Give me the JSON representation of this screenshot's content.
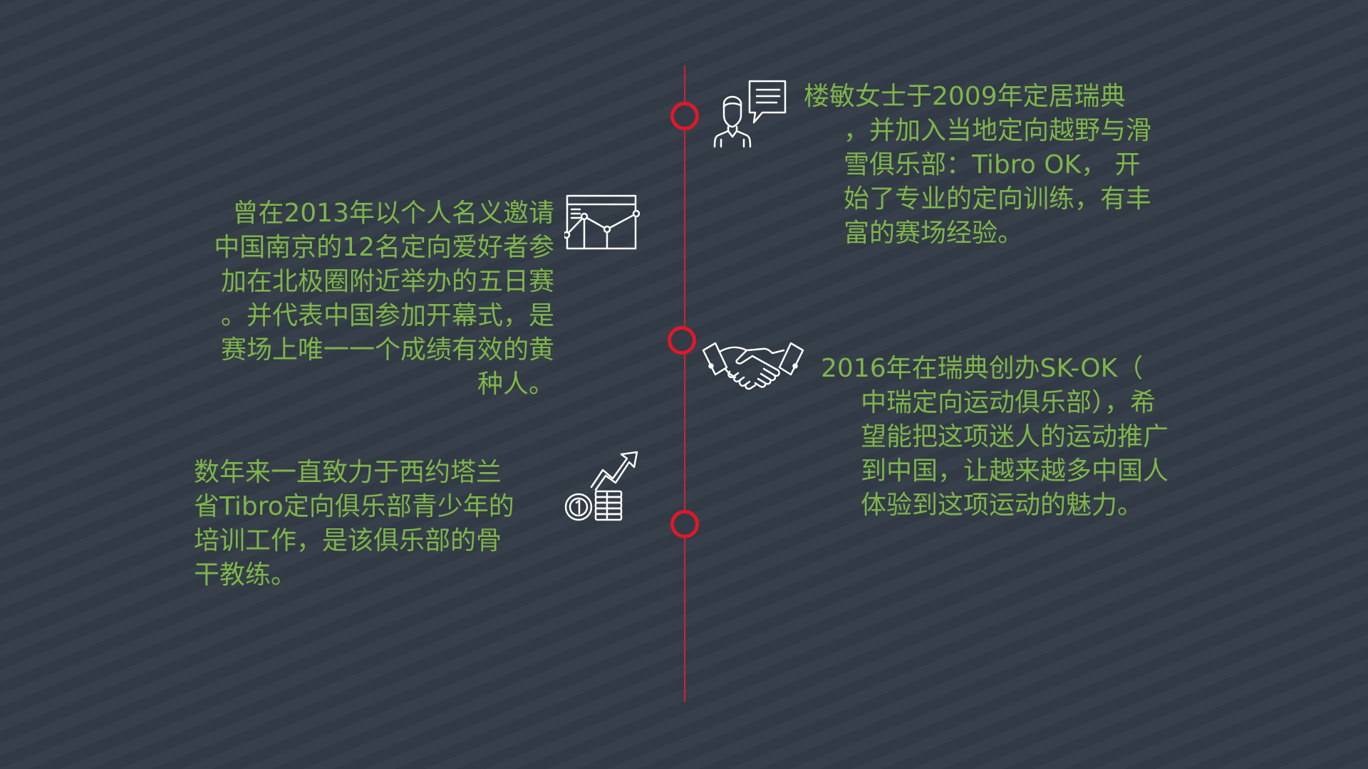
{
  "colors": {
    "background": "#333b47",
    "timeline": "#c8252e",
    "node": "#e0182a",
    "text": "#7fb54a",
    "icon": "#ffffff"
  },
  "items": [
    {
      "icon": "person-speech-bubble-icon",
      "lines": [
        "楼敏女士于2009年定居瑞典",
        "，并加入当地定向越野与滑",
        "雪俱乐部：Tibro OK， 开",
        "始了专业的定向训练，有丰",
        "富的赛场经验。"
      ]
    },
    {
      "icon": "line-chart-icon",
      "lines": [
        "曾在2013年以个人名义邀请",
        "中国南京的12名定向爱好者参",
        "加在北极圈附近举办的五日赛",
        "。并代表中国参加开幕式，是",
        "赛场上唯一一个成绩有效的黄",
        "种人。"
      ]
    },
    {
      "icon": "handshake-icon",
      "lines": [
        "2016年在瑞典创办SK-OK（",
        "中瑞定向运动俱乐部），希",
        "望能把这项迷人的运动推广",
        "到中国，让越来越多中国人",
        "体验到这项运动的魅力。"
      ]
    },
    {
      "icon": "coins-growth-icon",
      "lines": [
        "数年来一直致力于西约塔兰",
        "省Tibro定向俱乐部青少年的",
        "培训工作，是该俱乐部的骨",
        "干教练。"
      ]
    }
  ]
}
